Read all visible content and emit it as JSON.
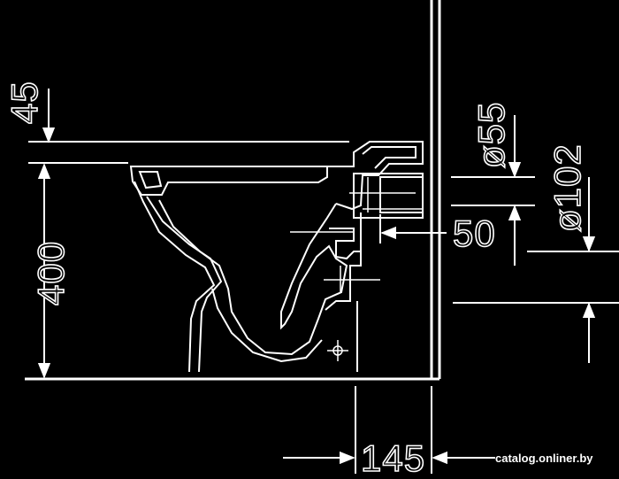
{
  "dimensions": {
    "rim_to_seat": "45",
    "pan_height": "400",
    "inlet_diameter": "ø55",
    "outlet_diameter": "ø102",
    "inlet_offset": "50",
    "outlet_distance": "145"
  },
  "watermark": "catalog.onliner.by",
  "colors": {
    "background": "#000000",
    "lines": "#ffffff"
  }
}
